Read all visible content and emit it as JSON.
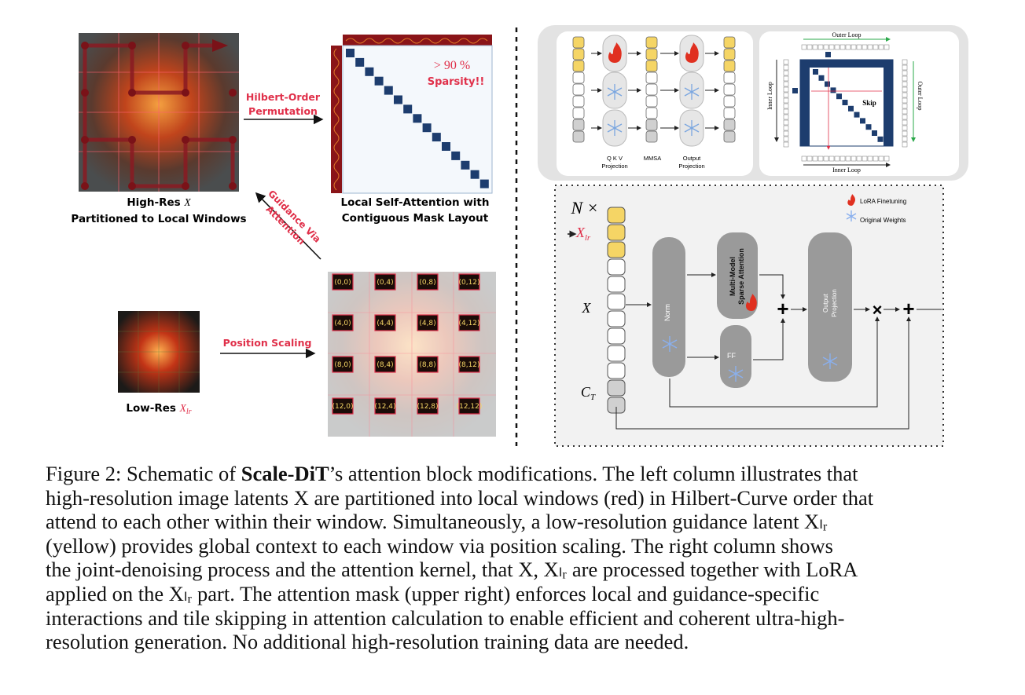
{
  "left": {
    "highres_label_line1": "High-Res",
    "highres_label_var": "X",
    "highres_label_line2": "Partitioned to Local Windows",
    "permutation_line1": "Hilbert-Order",
    "permutation_line2": "Permutation",
    "mask_label_line1": "Local Self-Attention with",
    "mask_label_line2": "Contiguous Mask Layout",
    "sparsity_value": "> 90 %",
    "sparsity_text": "Sparsity!!",
    "guidance_line1": "Guidance Via",
    "guidance_line2": "Attention",
    "lowres_label": "Low-Res",
    "lowres_var": "X",
    "lowres_sub": "lr",
    "position_scaling": "Position Scaling",
    "grid_labels": [
      "(0,0)",
      "(0,4)",
      "(0,8)",
      "(0,12)",
      "(4,0)",
      "(4,4)",
      "(4,8)",
      "(4,12)",
      "(8,0)",
      "(8,4)",
      "(8,8)",
      "(8,12)",
      "(12,0)",
      "(12,4)",
      "(12,8)",
      "(12,12)"
    ]
  },
  "right": {
    "qkv_label_line1": "Q  K  V",
    "qkv_label_line2": "Projection",
    "mmsa_label": "MMSA",
    "output_label_line1": "Output",
    "output_label_line2": "Projection",
    "outer_loop": "Outer Loop",
    "inner_loop": "Inner Loop",
    "skip_label": "Skip",
    "n_times": "N ×",
    "x_lr": "X",
    "x_lr_sub": "lr",
    "x_label": "X",
    "ct_label": "C",
    "ct_sub": "T",
    "norm_label": "Norm",
    "mmsa_block_line1": "Multi-Model",
    "mmsa_block_line2": "Sparse Attention",
    "ff_label": "FF",
    "out_proj_line1": "Output",
    "out_proj_line2": "Projection",
    "legend_lora": "LoRA Finetuning",
    "legend_original": "Original Weights"
  },
  "caption": {
    "l1_a": "Figure 2: Schematic of ",
    "l1_b": "Scale-DiT",
    "l1_c": "’s attention block modifications. The left column illustrates that",
    "l2": "high-resolution image latents X are partitioned into local windows (red) in Hilbert-Curve order that",
    "l3": "attend to each other within their window.  Simultaneously, a low-resolution guidance latent Xₗᵣ",
    "l4": "(yellow) provides global context to each window via position scaling.  The right column shows",
    "l5": "the joint-denoising process and the attention kernel, that X, Xₗᵣ are processed together with LoRA",
    "l6": "applied on the Xₗᵣ part.  The attention mask (upper right) enforces local and guidance-specific",
    "l7": "interactions and tile skipping in attention calculation to enable efficient and coherent ultra-high-",
    "l8": "resolution generation. No additional high-resolution training data are needed."
  },
  "colors": {
    "accent_red": "#e0304a",
    "mask_blue": "#1d3d6e",
    "token_yellow": "#f5d565",
    "block_gray": "#9a9a9a",
    "panel_gray": "#e6e6e6"
  }
}
